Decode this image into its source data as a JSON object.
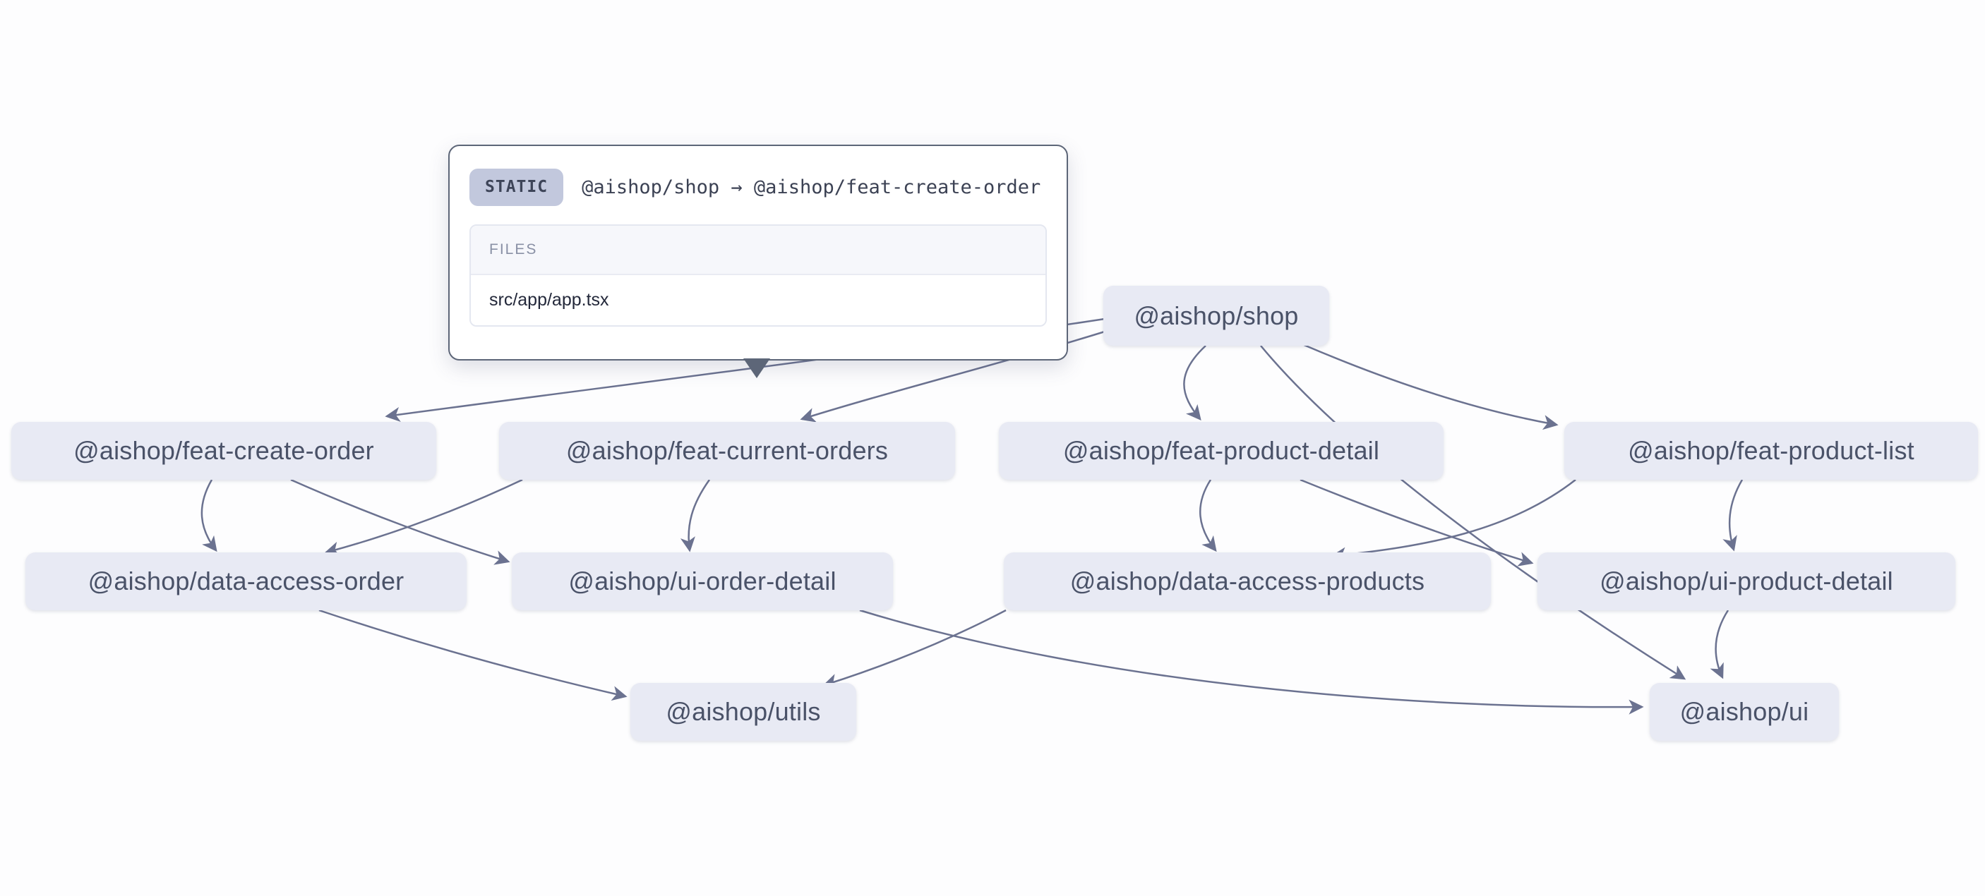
{
  "app": {
    "background": "#fdfdfe"
  },
  "colors": {
    "node_bg": "#e8eaf4",
    "node_text": "#4a5268",
    "edge": "#6b7290",
    "tooltip_border": "#5d6678",
    "badge_bg": "#c2c8dd",
    "files_header_bg": "#f6f7fb",
    "files_header_text": "#8990a5"
  },
  "tooltip": {
    "badge": "STATIC",
    "relation": "@aishop/shop → @aishop/feat-create-order",
    "files_header": "FILES",
    "files": [
      "src/app/app.tsx"
    ]
  },
  "graph": {
    "nodes": [
      {
        "id": "shop",
        "label": "@aishop/shop"
      },
      {
        "id": "feat-create-order",
        "label": "@aishop/feat-create-order"
      },
      {
        "id": "feat-current-orders",
        "label": "@aishop/feat-current-orders"
      },
      {
        "id": "feat-product-detail",
        "label": "@aishop/feat-product-detail"
      },
      {
        "id": "feat-product-list",
        "label": "@aishop/feat-product-list"
      },
      {
        "id": "data-access-order",
        "label": "@aishop/data-access-order"
      },
      {
        "id": "ui-order-detail",
        "label": "@aishop/ui-order-detail"
      },
      {
        "id": "data-access-products",
        "label": "@aishop/data-access-products"
      },
      {
        "id": "ui-product-detail",
        "label": "@aishop/ui-product-detail"
      },
      {
        "id": "utils",
        "label": "@aishop/utils"
      },
      {
        "id": "ui",
        "label": "@aishop/ui"
      }
    ],
    "edges": [
      {
        "source": "shop",
        "target": "feat-create-order"
      },
      {
        "source": "shop",
        "target": "feat-current-orders"
      },
      {
        "source": "shop",
        "target": "feat-product-detail"
      },
      {
        "source": "shop",
        "target": "feat-product-list"
      },
      {
        "source": "shop",
        "target": "ui"
      },
      {
        "source": "feat-create-order",
        "target": "data-access-order"
      },
      {
        "source": "feat-create-order",
        "target": "ui-order-detail"
      },
      {
        "source": "feat-current-orders",
        "target": "data-access-order"
      },
      {
        "source": "feat-current-orders",
        "target": "ui-order-detail"
      },
      {
        "source": "feat-product-detail",
        "target": "data-access-products"
      },
      {
        "source": "feat-product-detail",
        "target": "ui-product-detail"
      },
      {
        "source": "feat-product-list",
        "target": "data-access-products"
      },
      {
        "source": "feat-product-list",
        "target": "ui-product-detail"
      },
      {
        "source": "data-access-order",
        "target": "utils"
      },
      {
        "source": "data-access-products",
        "target": "utils"
      },
      {
        "source": "ui-order-detail",
        "target": "ui"
      },
      {
        "source": "ui-product-detail",
        "target": "ui"
      }
    ]
  }
}
